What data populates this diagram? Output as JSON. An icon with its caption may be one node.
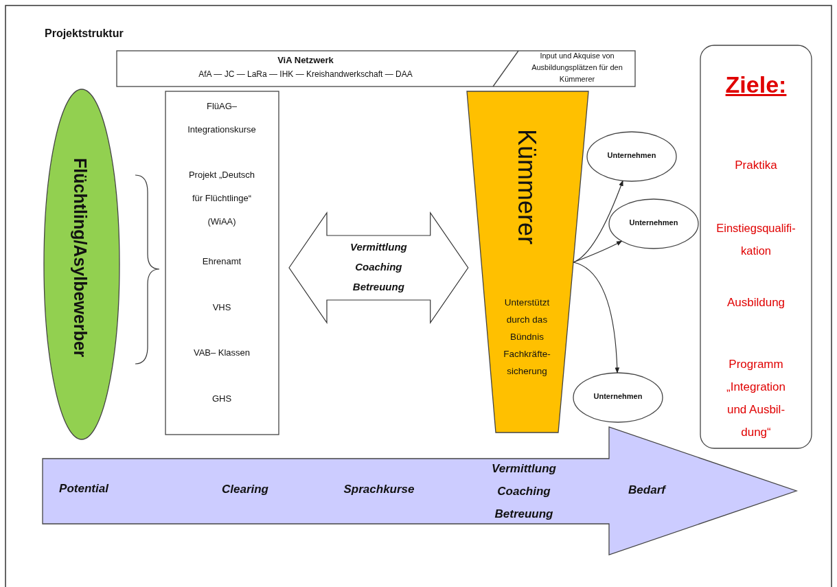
{
  "diagram": {
    "title": "Projektstruktur",
    "nodes": [
      {
        "text": [
          "ViA Netzwerk",
          "AfA — JC — LaRa — IHK — Kreishandwerkschaft — DAA",
          "Input und Akquise von Ausbildungsplätzen für den Kümmerer"
        ]
      },
      {
        "text": [
          "Flüchtling/Asylbewerber"
        ]
      },
      {
        "text": [
          "FlüAG– Integrationskurse",
          "Projekt „Deutsch für Flüchtlinge“ (WiAA)",
          "Ehrenamt",
          "VHS",
          "VAB– Klassen",
          "GHS"
        ]
      },
      {
        "text": [
          "Kümmerer",
          "Unterstützt durch das Bündnis Fachkräfte-sicherung"
        ]
      },
      {
        "text": [
          "Unternehmen"
        ]
      },
      {
        "text": [
          "Unternehmen"
        ]
      },
      {
        "text": [
          "Unternehmen"
        ]
      },
      {
        "text": [
          "Ziele:",
          "Praktika",
          "Einstiegsqualifi-kation",
          "Ausbildung",
          "Programm „Integration und Ausbil-dung“"
        ]
      },
      {
        "text": [
          "Potential",
          "Clearing",
          "Sprachkurse",
          "Vermittlung Coaching Betreuung",
          "Bedarf"
        ]
      }
    ],
    "edges": [
      {
        "from": 2,
        "to": 3,
        "arrow": "both",
        "label": "Vermittlung Coaching Betreuung"
      },
      {
        "from": 3,
        "to": 4,
        "arrow": "to"
      },
      {
        "from": 3,
        "to": 5,
        "arrow": "to"
      },
      {
        "from": 3,
        "to": 6,
        "arrow": "to"
      }
    ]
  }
}
